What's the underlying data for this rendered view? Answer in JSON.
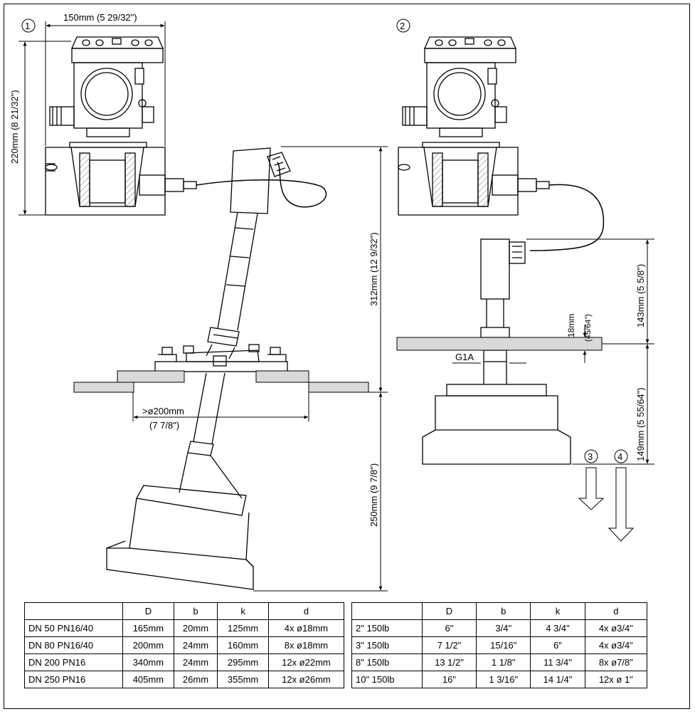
{
  "callouts": {
    "v1": "1",
    "v2": "2",
    "v3": "3",
    "v4": "4"
  },
  "dimensions": {
    "housing_width": "150mm (5 29/32\")",
    "housing_height": "220mm (8 21/32\")",
    "tilt_length_upper": "312mm (12 9/32\")",
    "tilt_length_lower": "250mm (9 7/8\")",
    "opening_diameter": ">ø200mm",
    "opening_diameter_inch": "(7 7/8\")",
    "thread_length": "18mm",
    "thread_length_inch": "(45/64\")",
    "sensor_upper": "143mm (5 5/8\")",
    "sensor_lower": "149mm (5 55/64\")",
    "thread": "G1A"
  },
  "metric_table": {
    "headers": [
      "",
      "D",
      "b",
      "k",
      "d"
    ],
    "rows": [
      [
        "DN 50 PN16/40",
        "165mm",
        "20mm",
        "125mm",
        "4x ø18mm"
      ],
      [
        "DN 80 PN16/40",
        "200mm",
        "24mm",
        "160mm",
        "8x ø18mm"
      ],
      [
        "DN 200 PN16",
        "340mm",
        "24mm",
        "295mm",
        "12x ø22mm"
      ],
      [
        "DN 250 PN16",
        "405mm",
        "26mm",
        "355mm",
        "12x ø26mm"
      ]
    ]
  },
  "imperial_table": {
    "headers": [
      "",
      "D",
      "b",
      "k",
      "d"
    ],
    "rows": [
      [
        "2\" 150lb",
        "6\"",
        "3/4\"",
        "4 3/4\"",
        "4x ø3/4\""
      ],
      [
        "3\" 150lb",
        "7 1/2\"",
        "15/16\"",
        "6\"",
        "4x ø3/4\""
      ],
      [
        "8\" 150lb",
        "13 1/2\"",
        "1 1/8\"",
        "11 3/4\"",
        "8x ø7/8\""
      ],
      [
        "10\" 150lb",
        "16\"",
        "1 3/16\"",
        "14 1/4\"",
        "12x ø 1\""
      ]
    ]
  }
}
